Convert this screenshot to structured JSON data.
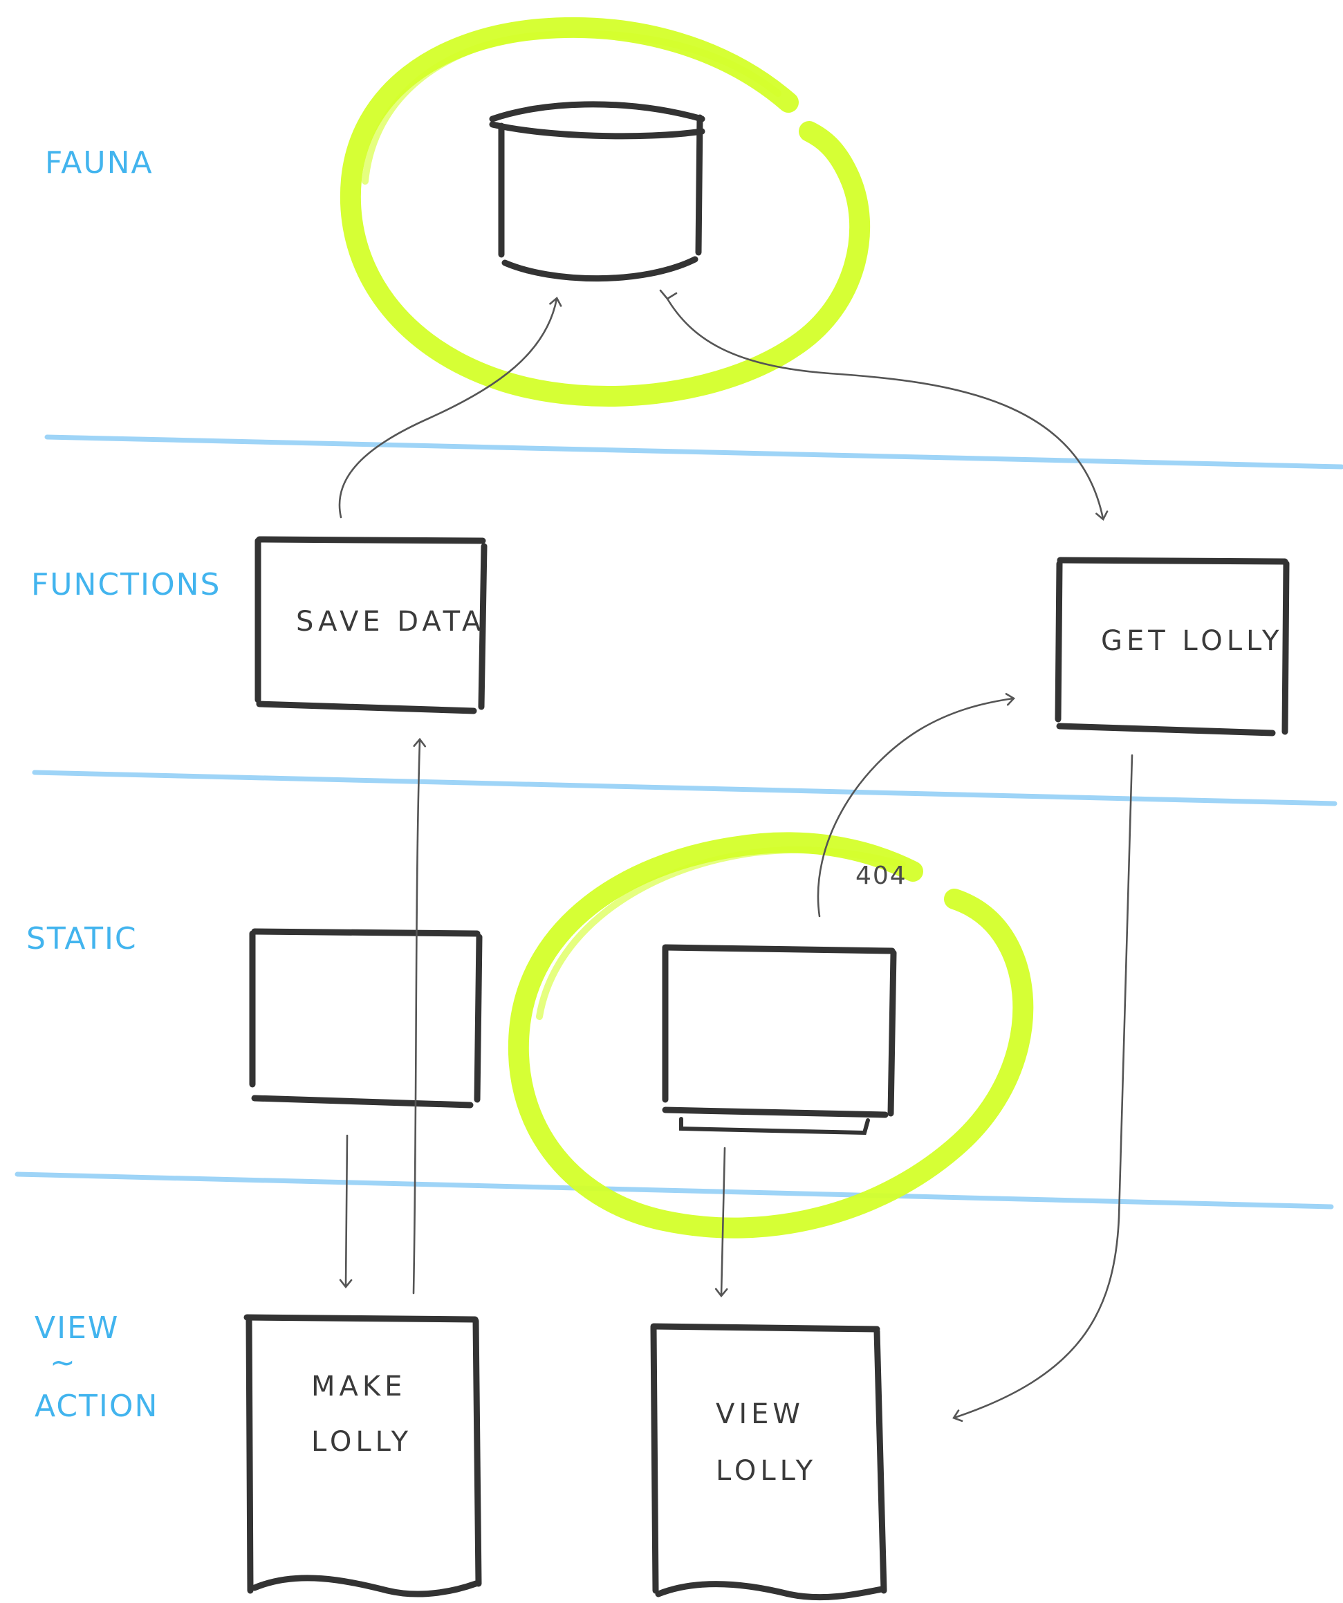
{
  "lanes": {
    "fauna": "FAUNA",
    "functions": "FUNCTIONS",
    "static": "STATIC",
    "view": "VIEW",
    "tilde": "~",
    "action": "ACTION"
  },
  "boxes": {
    "save_data": "SAVE DATA",
    "get_lolly": "GET LOLLY",
    "make_lolly_line1": "MAKE",
    "make_lolly_line2": "LOLLY",
    "view_lolly_line1": "VIEW",
    "view_lolly_line2": "LOLLY"
  },
  "annotations": {
    "not_found": "404"
  },
  "colors": {
    "lane_label": "#42b4ee",
    "divider": "#9ed4f7",
    "highlight": "#d4ff2a",
    "ink": "#333333"
  }
}
